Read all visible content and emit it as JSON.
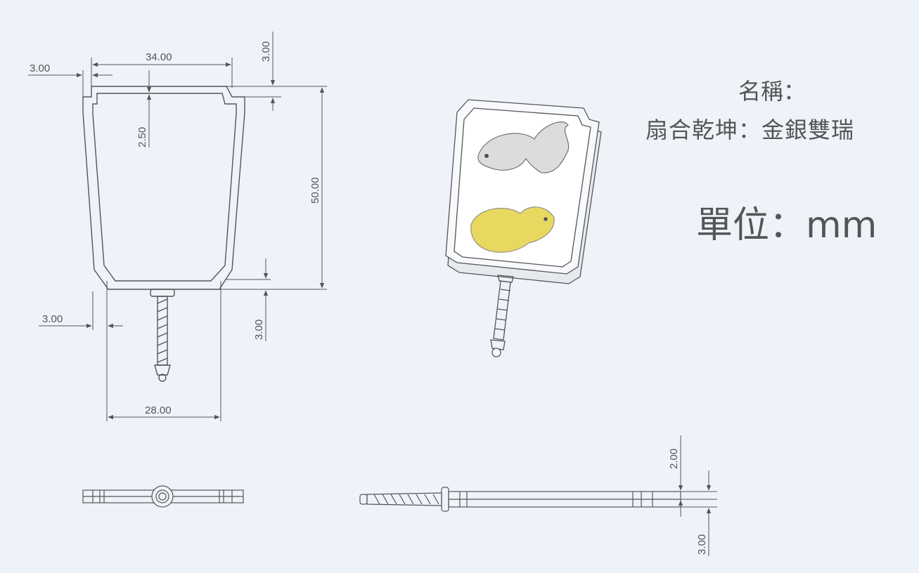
{
  "title": {
    "label": "名稱：",
    "name": "扇合乾坤：金銀雙瑞",
    "unit": "單位：mm"
  },
  "dimensions": {
    "top_width": "34.00",
    "frame_offset_left": "3.00",
    "frame_offset_top": "3.00",
    "inner_offset": "2.50",
    "height": "50.00",
    "bottom_offset_left": "3.00",
    "bottom_offset": "3.00",
    "bottom_width": "28.00",
    "side_thickness_top": "2.00",
    "side_thickness_bottom": "3.00"
  },
  "colors": {
    "background": "#eef3fa",
    "line": "#555555",
    "silver_fish": "#d9d9d9",
    "gold_fish": "#e8d65a"
  }
}
